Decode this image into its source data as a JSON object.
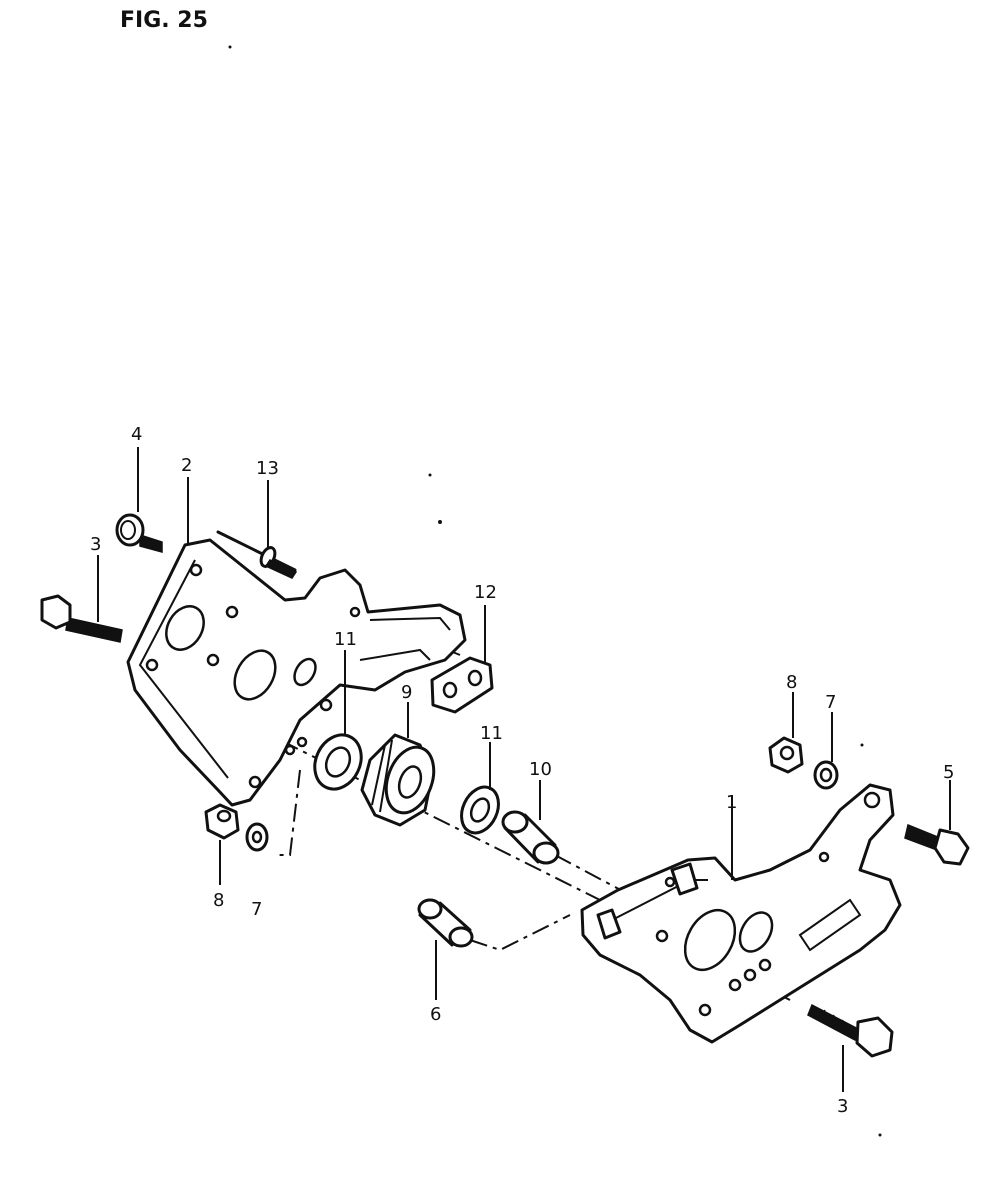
{
  "figure": {
    "title": "FIG. 25"
  },
  "callouts": {
    "c4": "4",
    "c2": "2",
    "c13": "13",
    "c3_left": "3",
    "c12": "12",
    "c11_upper": "11",
    "c9": "9",
    "c11_lower": "11",
    "c10": "10",
    "c8_right": "8",
    "c7_right": "7",
    "c5": "5",
    "c1": "1",
    "c8_left": "8",
    "c7_left": "7",
    "c6": "6",
    "c3_right": "3"
  }
}
